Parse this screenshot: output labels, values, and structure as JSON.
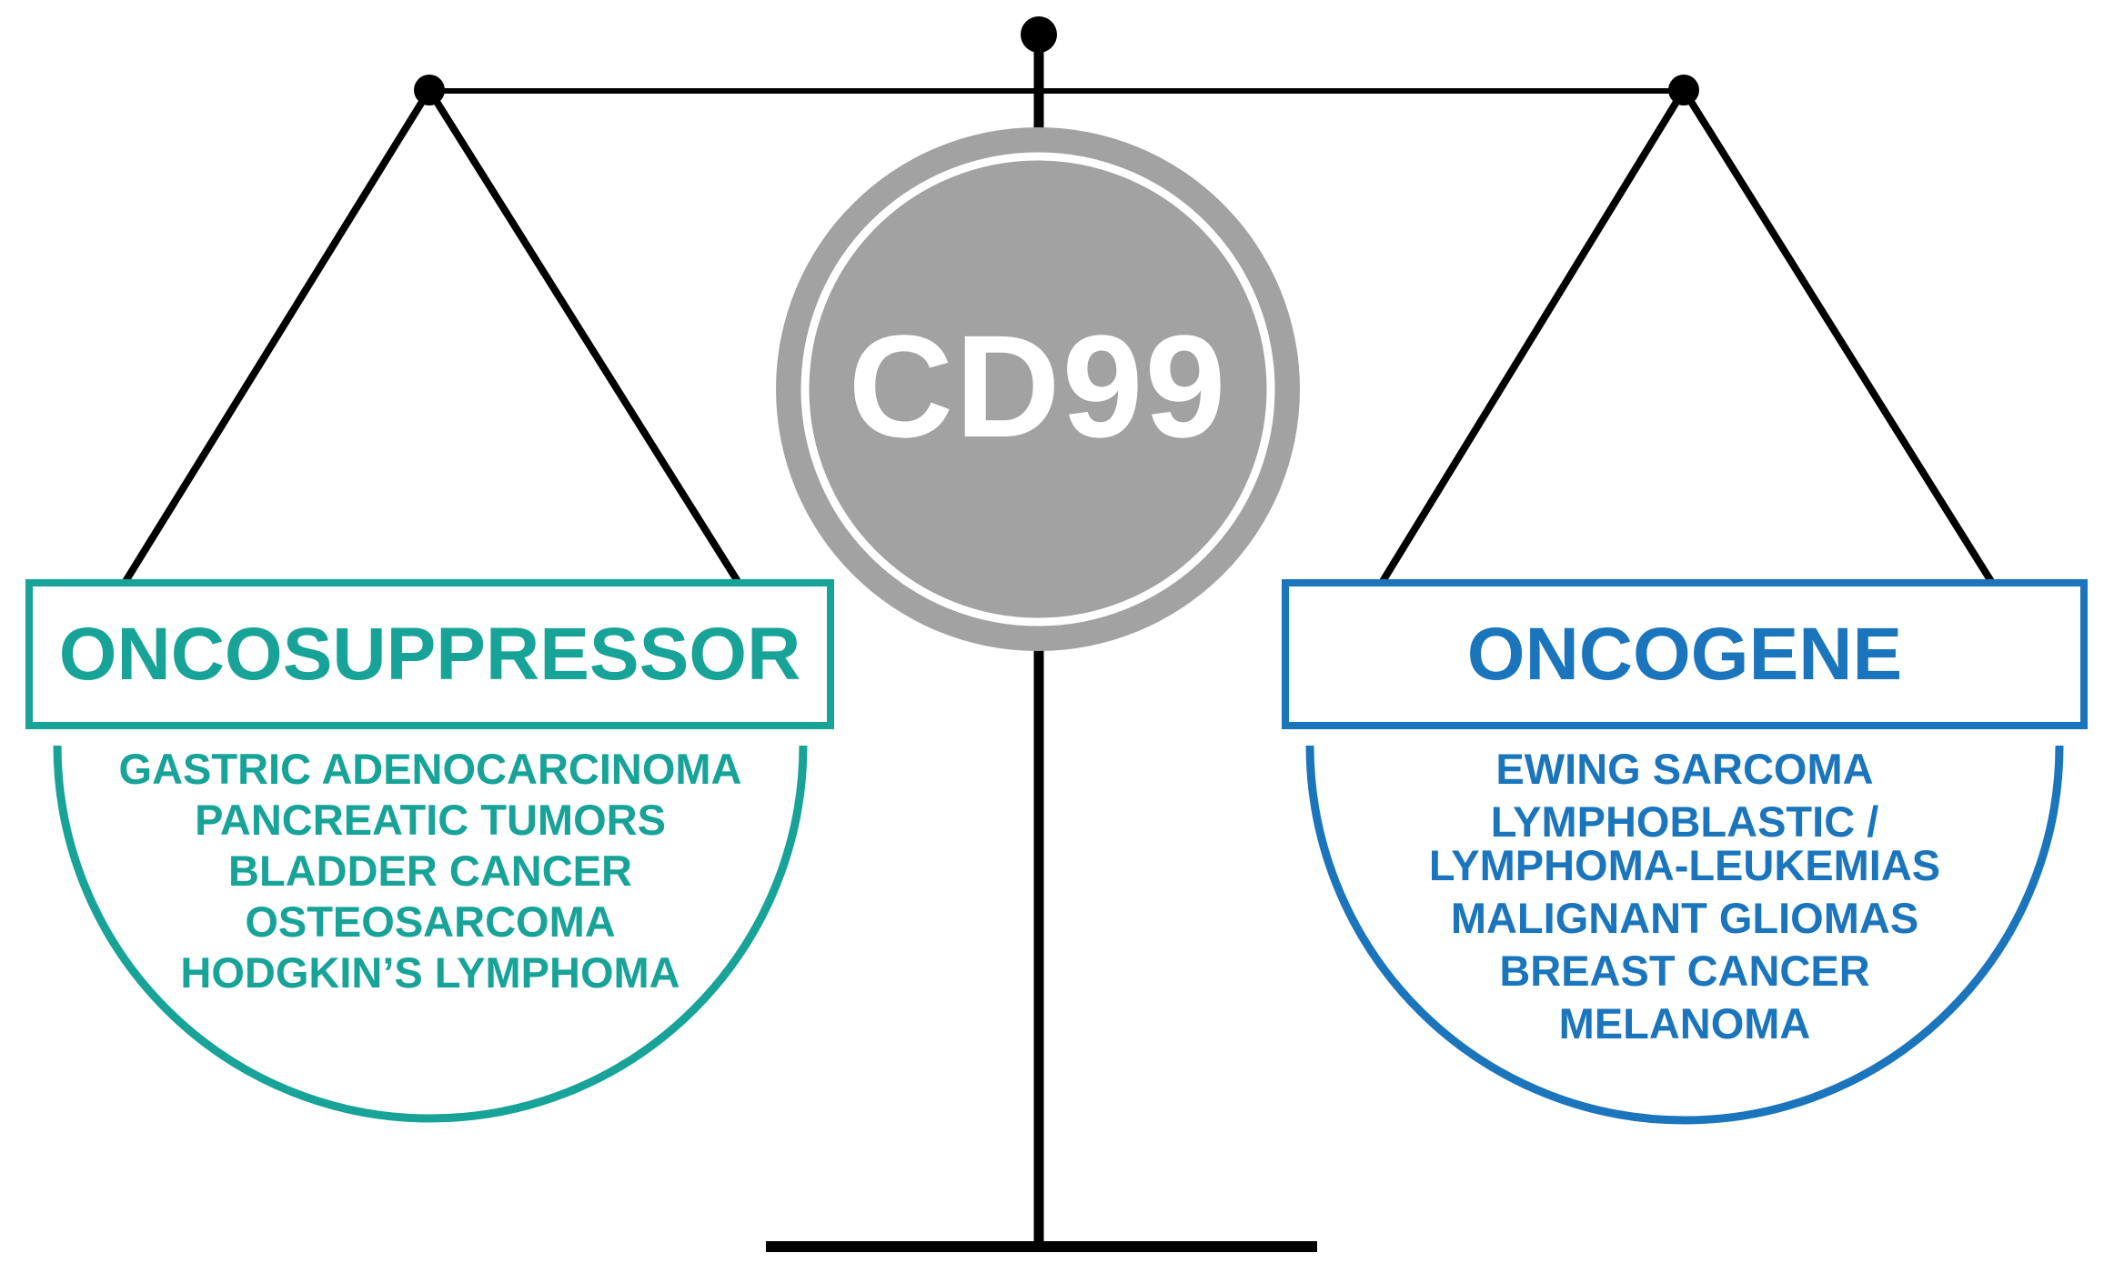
{
  "figure": {
    "center_circle": {
      "label": "CD99"
    },
    "left_pan": {
      "title": "ONCOSUPPRESSOR",
      "items": [
        "GASTRIC ADENOCARCINOMA",
        "PANCREATIC TUMORS",
        "BLADDER CANCER",
        "OSTEOSARCOMA",
        "HODGKIN’S LYMPHOMA"
      ]
    },
    "right_pan": {
      "title": "ONCOGENE",
      "items": [
        "EWING SARCOMA",
        "LYMPHOBLASTIC /",
        "LYMPHOMA-LEUKEMIAS",
        "MALIGNANT GLIOMAS",
        "BREAST CANCER",
        "MELANOMA"
      ]
    },
    "colors": {
      "teal": "#17A398",
      "blue": "#1B75BC",
      "gray": "#A2A2A2",
      "black": "#000000",
      "white": "#FFFFFF"
    }
  }
}
